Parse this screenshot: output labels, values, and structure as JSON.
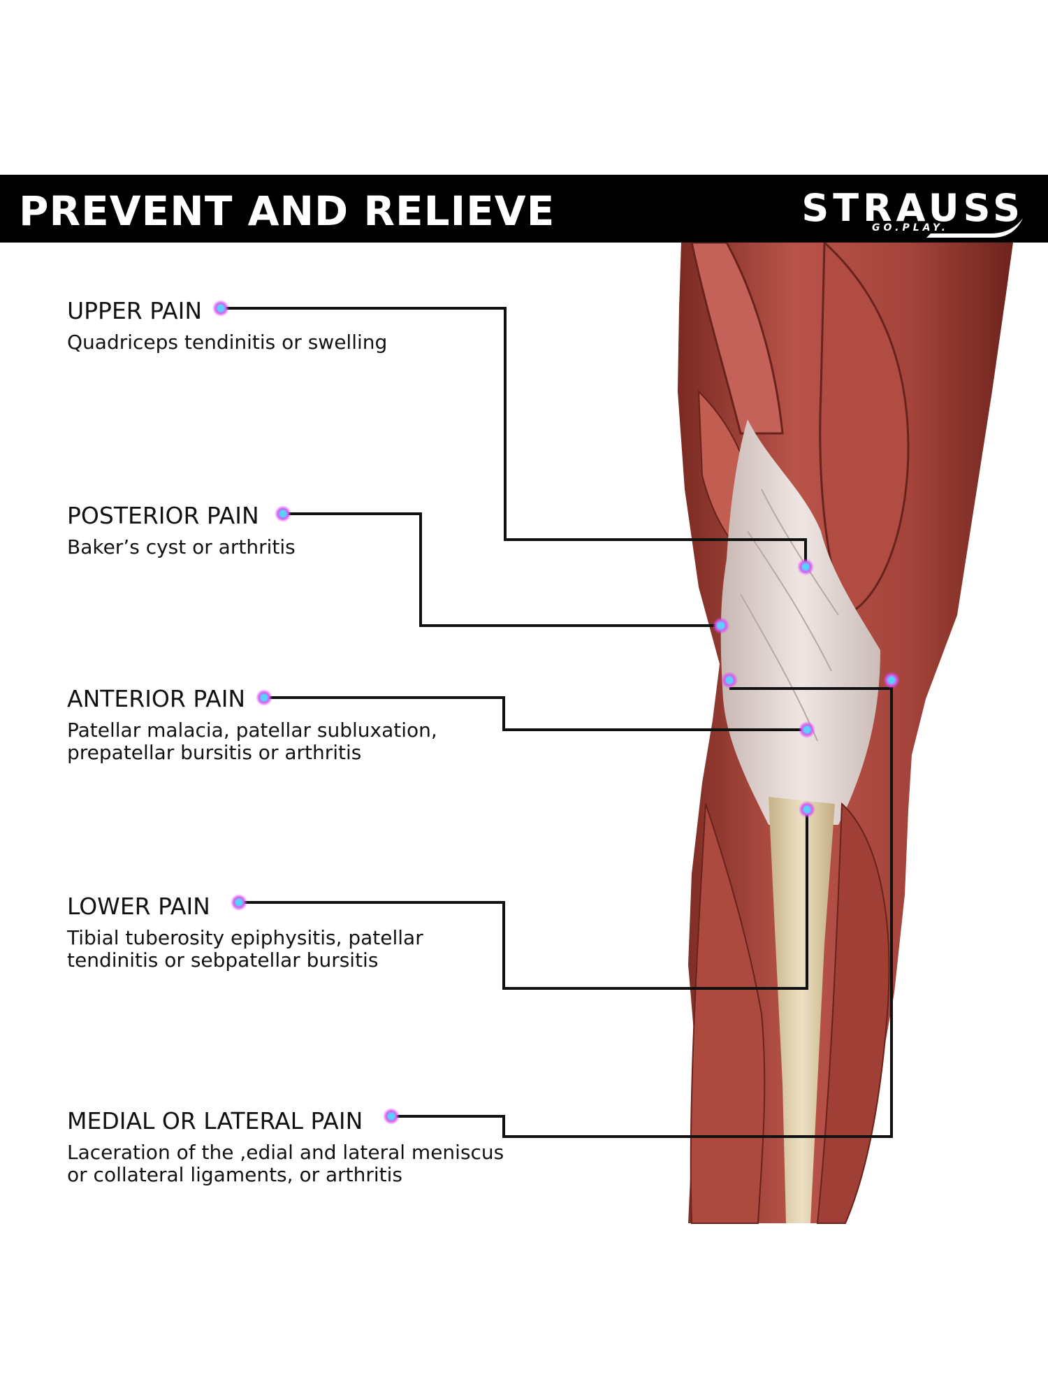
{
  "banner": {
    "title": "PREVENT AND RELIEVE",
    "brand": "STRAUSS",
    "tagline": "GO.PLAY."
  },
  "callouts": [
    {
      "title": "UPPER PAIN",
      "description": "Quadriceps tendinitis or swelling"
    },
    {
      "title": "POSTERIOR PAIN",
      "description": "Baker’s cyst or arthritis"
    },
    {
      "title": "ANTERIOR PAIN",
      "description": "Patellar malacia, patellar subluxation,\nprepatellar bursitis or arthritis"
    },
    {
      "title": "LOWER PAIN",
      "description": "Tibial tuberosity epiphysitis, patellar\ntendinitis or sebpatellar bursitis"
    },
    {
      "title": "MEDIAL OR LATERAL PAIN",
      "description": "Laceration of the ,edial and lateral meniscus\nor collateral ligaments, or arthritis"
    }
  ],
  "colors": {
    "banner": "#000000",
    "marker_glow": "#e040fb",
    "marker_core": "#4fc3f7",
    "muscle": "#a8453a",
    "tendon": "#e6dede",
    "bone": "#d9c8a0"
  }
}
